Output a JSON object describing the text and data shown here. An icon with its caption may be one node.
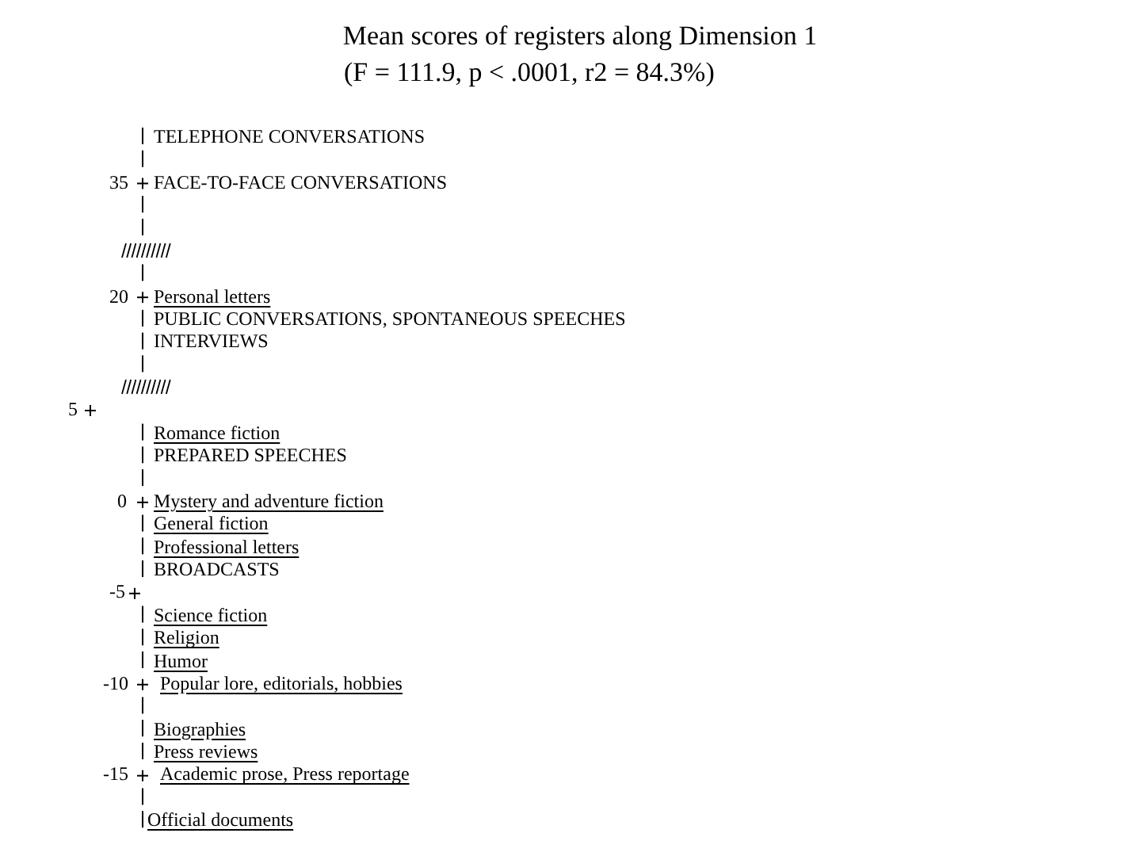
{
  "diagram": {
    "title": "Mean scores of registers along Dimension 1",
    "labels": [
      "(F = 111.9, p < .0001, r2 = 84.3%)",
      "TELEPHONE CONVERSATIONS",
      "35",
      "FACE-TO-FACE CONVERSATIONS",
      "20",
      "Personal letters",
      "PUBLIC CONVERSATIONS, SPONTANEOUS SPEECHES",
      "INTERVIEWS",
      "5",
      "Romance fiction",
      "PREPARED SPEECHES",
      "0",
      "Mystery and adventure fiction",
      "General fiction",
      "Professional letters",
      "BROADCASTS",
      "-5",
      "Science fiction",
      "Religion",
      "Humor",
      "-10",
      "Popular lore, editorials, hobbies",
      "Biographies",
      "Press reviews",
      "-15",
      "Academic prose, Press reportage",
      "Official documents"
    ]
  }
}
